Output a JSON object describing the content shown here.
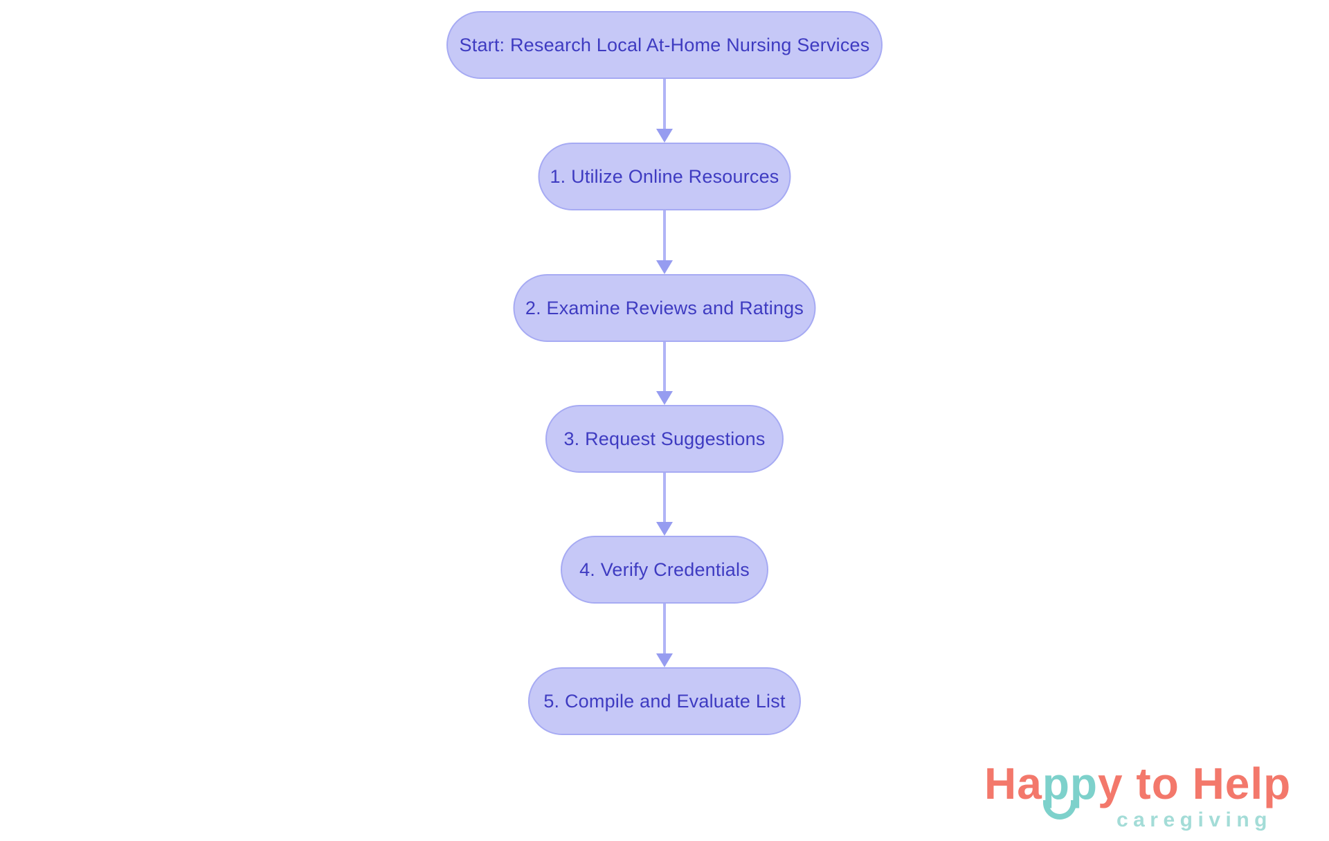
{
  "flowchart": {
    "type": "flowchart",
    "direction": "top-down",
    "nodes": [
      {
        "id": "start",
        "label": "Start: Research Local At-Home Nursing Services"
      },
      {
        "id": "step1",
        "label": "1. Utilize Online Resources"
      },
      {
        "id": "step2",
        "label": "2. Examine Reviews and Ratings"
      },
      {
        "id": "step3",
        "label": "3. Request Suggestions"
      },
      {
        "id": "step4",
        "label": "4. Verify Credentials"
      },
      {
        "id": "step5",
        "label": "5. Compile and Evaluate List"
      }
    ],
    "edges": [
      [
        "start",
        "step1"
      ],
      [
        "step1",
        "step2"
      ],
      [
        "step2",
        "step3"
      ],
      [
        "step3",
        "step4"
      ],
      [
        "step4",
        "step5"
      ]
    ],
    "colors": {
      "node_fill": "#c6c8f7",
      "node_border": "#a6aaf3",
      "node_text": "#3e3bc1",
      "arrow_line": "#b0b4f6",
      "arrow_head": "#969cf0",
      "background": "#ffffff"
    }
  },
  "logo": {
    "brand_segments": [
      {
        "text": "Ha",
        "color": "#f3786b"
      },
      {
        "text": "pp",
        "color": "#7dd1cb"
      },
      {
        "text": "y to Help",
        "color": "#f3786b"
      }
    ],
    "tagline": "caregiving",
    "tagline_color": "#a3dcd7",
    "smile_color": "#7dd1cb"
  }
}
